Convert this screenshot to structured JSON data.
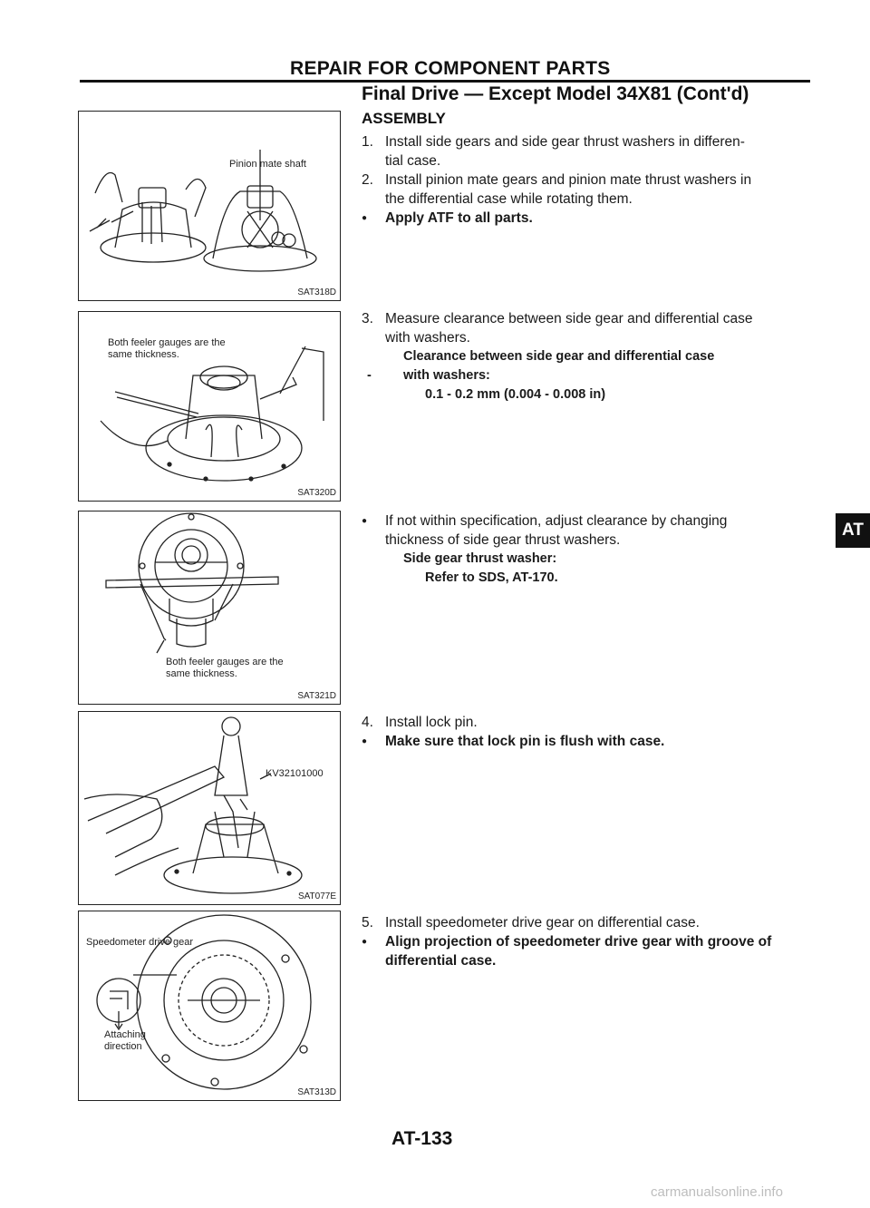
{
  "header": {
    "section_title": "REPAIR FOR COMPONENT PARTS",
    "sub_title": "Final Drive — Except Model 34X81 (Cont'd)",
    "assembly": "ASSEMBLY"
  },
  "figures": [
    {
      "code": "SAT318D",
      "label": "Pinion mate shaft"
    },
    {
      "code": "SAT320D",
      "label_line1": "Both feeler gauges are the",
      "label_line2": "same thickness."
    },
    {
      "code": "SAT321D",
      "label_line1": "Both feeler gauges are the",
      "label_line2": "same thickness."
    },
    {
      "code": "SAT077E",
      "label": "KV32101000"
    },
    {
      "code": "SAT313D",
      "label": "Speedometer drive gear",
      "label2_line1": "Attaching",
      "label2_line2": "direction"
    }
  ],
  "steps": {
    "s1_num": "1.",
    "s1_line1": "Install side gears and side gear thrust washers in differen-",
    "s1_line2": "tial case.",
    "s2_num": "2.",
    "s2_line1": "Install pinion mate gears and pinion mate thrust washers in",
    "s2_line2": "the differential case while rotating them.",
    "s2_bullet": "Apply ATF to all parts.",
    "s3_num": "3.",
    "s3_line1": "Measure clearance between side gear and differential case",
    "s3_line2": "with washers.",
    "s3_spec1": "Clearance between side gear and differential case",
    "s3_spec2": "with washers:",
    "s3_spec_dash": "-",
    "s3_spec3": "0.1 - 0.2 mm (0.004 - 0.008 in)",
    "s3b_line1": "If not within specification, adjust clearance by changing",
    "s3b_line2": "thickness of side gear thrust washers.",
    "s3b_spec1": "Side gear thrust washer:",
    "s3b_spec2": "Refer to SDS, AT-170.",
    "s4_num": "4.",
    "s4_line1": "Install lock pin.",
    "s4_bullet": "Make sure that lock pin is flush with case.",
    "s5_num": "5.",
    "s5_line1": "Install speedometer drive gear on differential case.",
    "s5_bullet1": "Align projection of speedometer drive gear with groove of",
    "s5_bullet2": "differential case."
  },
  "tab": "AT",
  "page_number": "AT-133",
  "watermark": "carmanualsonline.info"
}
